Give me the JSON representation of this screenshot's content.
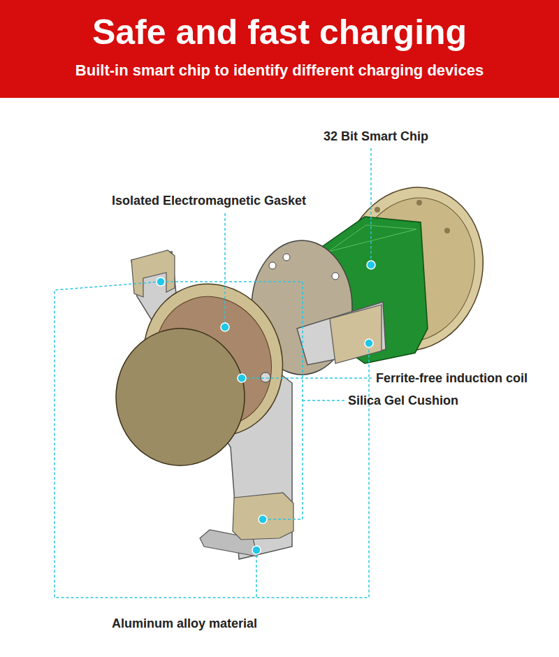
{
  "diagram": {
    "title": "Safe and fast charging",
    "labels": [
      "Built-in smart chip to identify different charging devices",
      "32 Bit Smart Chip",
      "Isolated Electromagnetic Gasket",
      "Ferrite-free induction coil",
      "Silica Gel Cushion",
      "Aluminum alloy material"
    ]
  }
}
